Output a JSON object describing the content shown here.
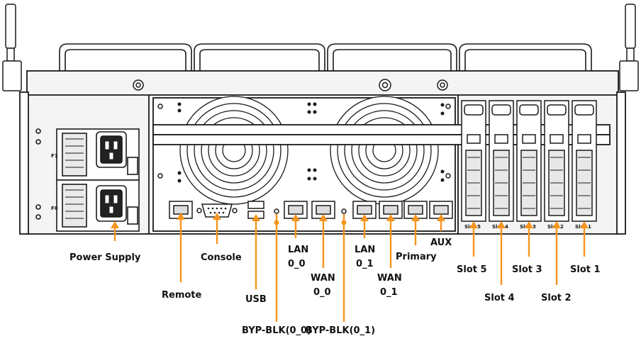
{
  "labels": {
    "power_supply": "Power Supply",
    "remote": "Remote",
    "console": "Console",
    "usb": "USB",
    "byp_blk_0_0": "BYP-BLK(0_0)",
    "lan_0_0_line1": "LAN",
    "lan_0_0_line2": "0_0",
    "wan_0_0_line1": "WAN",
    "wan_0_0_line2": "0_0",
    "byp_blk_0_1": "BYP-BLK(0_1)",
    "lan_0_1_line1": "LAN",
    "lan_0_1_line2": "0_1",
    "wan_0_1_line1": "WAN",
    "wan_0_1_line2": "0_1",
    "primary": "Primary",
    "aux": "AUX",
    "slot5": "Slot 5",
    "slot4": "Slot 4",
    "slot3": "Slot 3",
    "slot2": "Slot 2",
    "slot1": "Slot 1"
  },
  "slot_face_labels": [
    "Slot 5",
    "Slot 4",
    "Slot 3",
    "Slot 2",
    "Slot 1"
  ],
  "psu_face_labels": [
    "F1",
    "F0"
  ],
  "colors": {
    "callout": "#f7941d",
    "outline": "#1a1a1a",
    "chassis_fill": "#f4f4f4",
    "label_text": "#111111"
  }
}
